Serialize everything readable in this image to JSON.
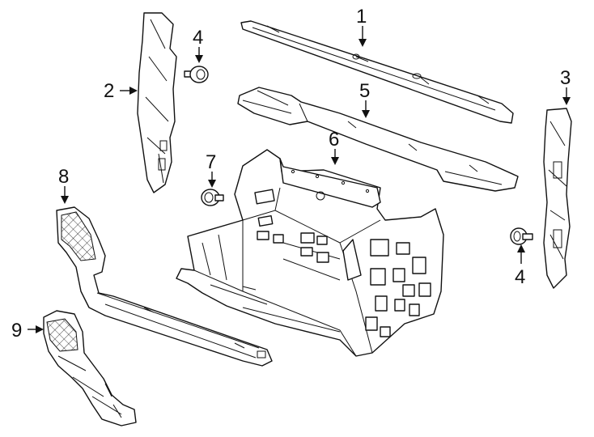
{
  "callouts": {
    "c1": "1",
    "c2": "2",
    "c3": "3",
    "c4a": "4",
    "c4b": "4",
    "c5": "5",
    "c6": "6",
    "c7": "7",
    "c8": "8",
    "c9": "9"
  }
}
